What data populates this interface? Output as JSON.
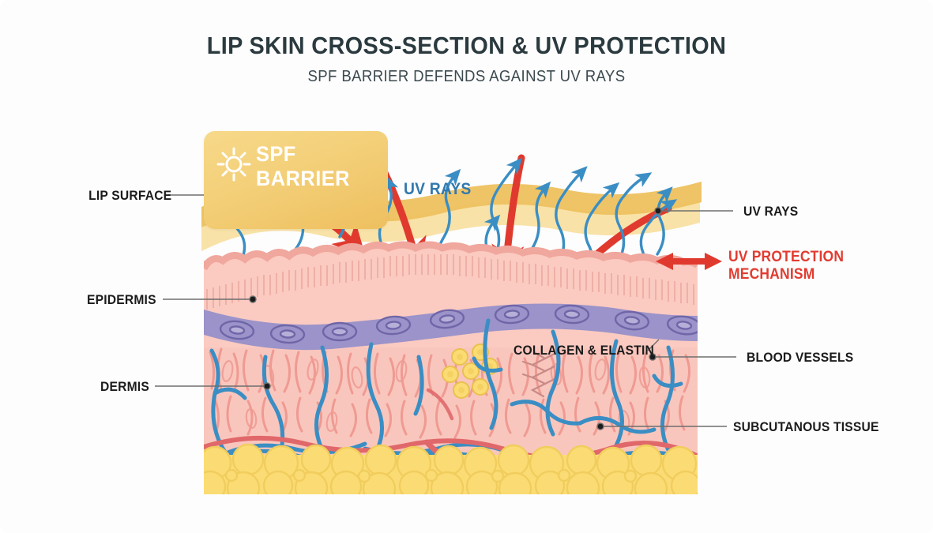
{
  "header": {
    "title": "LIP SKIN CROSS-SECTION & UV PROTECTION",
    "subtitle": "SPF BARRIER DEFENDS AGAINST UV RAYS"
  },
  "badge": {
    "label": "SPF BARRIER",
    "icon": "sun-icon",
    "color_start": "#f7d98a",
    "color_end": "#eebf5f",
    "text_color": "#ffffff"
  },
  "callouts": {
    "uv_rays_overlay": "UV RAYS",
    "uv_protection": "UV PROTECTION MECHANISM",
    "collagen_elastin": "COLLAGEN & ELASTIN"
  },
  "labels_left": [
    {
      "text": "LIP SURFACE"
    },
    {
      "text": "EPIDERMIS"
    },
    {
      "text": "DERMIS"
    }
  ],
  "labels_right": [
    {
      "text": "UV RAYS"
    },
    {
      "text": "BLOOD VESSELS"
    },
    {
      "text": "SUBCUTANOUS TISSUE"
    }
  ],
  "colors": {
    "background": "#fdfdfd",
    "title_text": "#2b3a3f",
    "label_text": "#1b1b1b",
    "uv_blue": "#3279ad",
    "uv_ray_stroke": "#3a8ec4",
    "protection_red": "#e23b30",
    "red_arrow": "#e03a2f",
    "spf_band_dark": "#eec15f",
    "spf_band_light": "#f9e0a2",
    "epidermis_pink": "#f6bcb4",
    "epidermis_fill": "#fbc9c0",
    "papilla_band": "#9b93c9",
    "papilla_cell": "#7f76b4",
    "dermis_pink": "#f8c3b9",
    "dermis_fiber": "#ef9a92",
    "fat_yellow": "#fbdc74",
    "fat_outline": "#f3cf5e",
    "artery_red": "#e0686a",
    "vein_blue": "#3a8ec4",
    "leader_line": "#6e6e6e"
  }
}
